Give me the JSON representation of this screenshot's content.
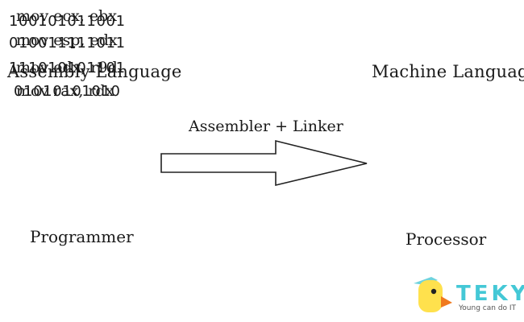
{
  "assembly": {
    "title": "Assembly Language",
    "lines": [
      "mov ecx, ebx",
      "mov esp, edx",
      "mov edx, r9d",
      "mov rax, rdx"
    ],
    "caption": "Programmer"
  },
  "machine": {
    "title": "Machine Language",
    "lines": [
      "100101011001",
      "010011111011",
      "111010101101",
      "01010101010"
    ],
    "caption": "Processor"
  },
  "arrow": {
    "label": "Assembler + Linker"
  },
  "logo": {
    "brand": "TEKY",
    "tagline": "Young can do IT",
    "colors": {
      "brand": "#44c8d6",
      "bird_body": "#ffe14d",
      "beak": "#f07a1e"
    }
  }
}
